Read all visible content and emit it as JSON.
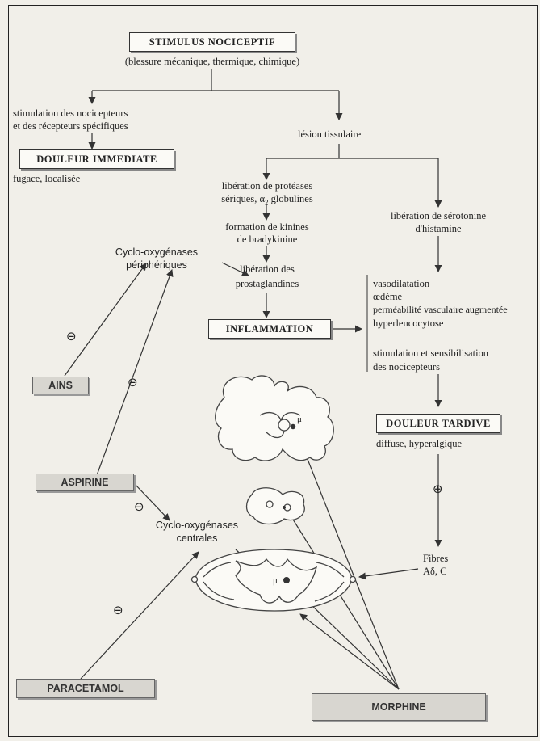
{
  "stimulus": {
    "title": "STIMULUS NOCICEPTIF",
    "subtitle": "(blessure mécanique, thermique, chimique)"
  },
  "left_branch": {
    "line1": "stimulation des nocicepteurs",
    "line2": "et des récepteurs spécifiques",
    "box": "DOULEUR IMMEDIATE",
    "note": "fugace, localisée"
  },
  "lesion": "lésion tissulaire",
  "proteases": {
    "line1": "libération de protéases",
    "line2_pre": "sériques, α",
    "line2_sub": "2",
    "line2_post": " globulines"
  },
  "kinines": {
    "line1": "formation de kinines",
    "line2": "de bradykinine"
  },
  "prostaglandines": {
    "line1": "libération des",
    "line2": "prostaglandines"
  },
  "inflammation": "INFLAMMATION",
  "serotonine": {
    "line1": "libération de sérotonine",
    "line2": "d'histamine"
  },
  "effects": [
    "vasodilatation",
    "œdème",
    "perméabilité vasculaire augmentée",
    "hyperleucocytose"
  ],
  "stimulation": {
    "line1": "stimulation et sensibilisation",
    "line2": "des nocicepteurs"
  },
  "douleur_tardive": {
    "box": "DOULEUR TARDIVE",
    "note": "diffuse, hyperalgique"
  },
  "fibres": {
    "line1": "Fibres",
    "line2": "Aδ,  C"
  },
  "cox_peripheral": {
    "line1": "Cyclo-oxygénases",
    "line2": "périphériques"
  },
  "cox_central": {
    "line1": "Cyclo-oxygénases",
    "line2": "centrales"
  },
  "drugs": {
    "ains": "AINS",
    "aspirine": "ASPIRINE",
    "paracetamol": "PARACETAMOL",
    "morphine": "MORPHINE"
  },
  "symbols": {
    "minus": "⊖",
    "plus": "⊕",
    "mu": "μ"
  }
}
